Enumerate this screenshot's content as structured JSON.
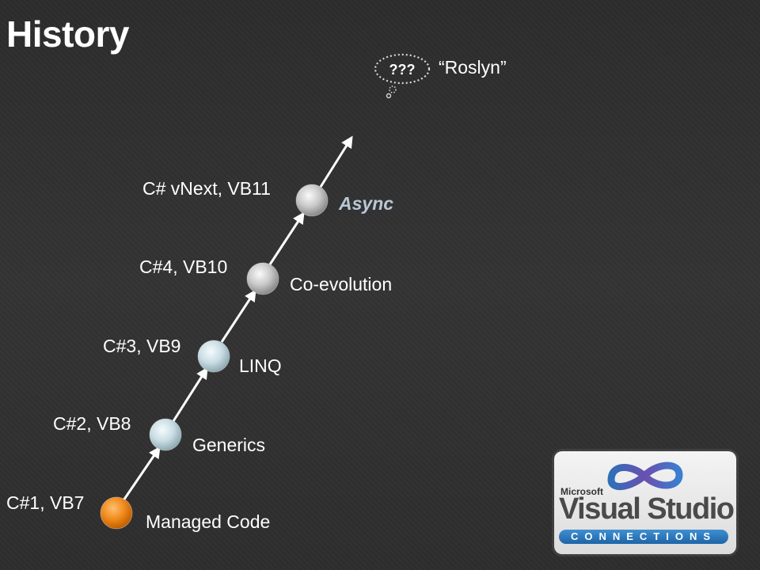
{
  "title": "History",
  "milestones": [
    {
      "version": "C#1, VB7",
      "feature": "Managed Code",
      "style": "orange"
    },
    {
      "version": "C#2, VB8",
      "feature": "Generics",
      "style": "pale-blue"
    },
    {
      "version": "C#3, VB9",
      "feature": "LINQ",
      "style": "pale-blue"
    },
    {
      "version": "C#4, VB10",
      "feature": "Co-evolution",
      "style": "silver"
    },
    {
      "version": "C# vNext, VB11",
      "feature": "Async",
      "style": "silver",
      "emphasis": true
    }
  ],
  "future": {
    "bubble_text": "???",
    "label": "“Roslyn”"
  },
  "logo": {
    "maker": "Microsoft",
    "product": "Visual Studio",
    "tagline": "CONNECTIONS"
  },
  "colors": {
    "orange": "#f08a1c",
    "pale-blue": "#c9dde4",
    "silver": "#c8c8c8",
    "arrow": "#ffffff",
    "emphasis_text": "#b9c7d6"
  }
}
